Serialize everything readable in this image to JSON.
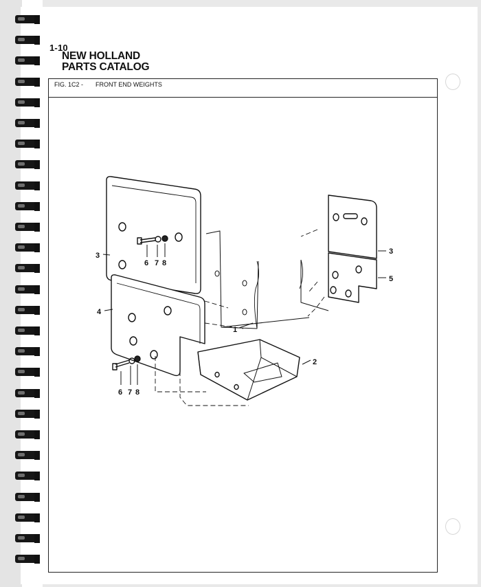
{
  "header": {
    "page_number": "1-10",
    "title_line1": "NEW HOLLAND",
    "title_line2": "PARTS CATALOG"
  },
  "figure": {
    "label": "FIG. 1C2 -",
    "caption": "FRONT END WEIGHTS"
  },
  "callouts": {
    "c1": "1",
    "c2": "2",
    "c3_left": "3",
    "c3_right": "3",
    "c4": "4",
    "c5": "5",
    "c6_top": "6",
    "c7_top": "7",
    "c8_top": "8",
    "c6_bottom": "6",
    "c7_bottom": "7",
    "c8_bottom": "8"
  }
}
